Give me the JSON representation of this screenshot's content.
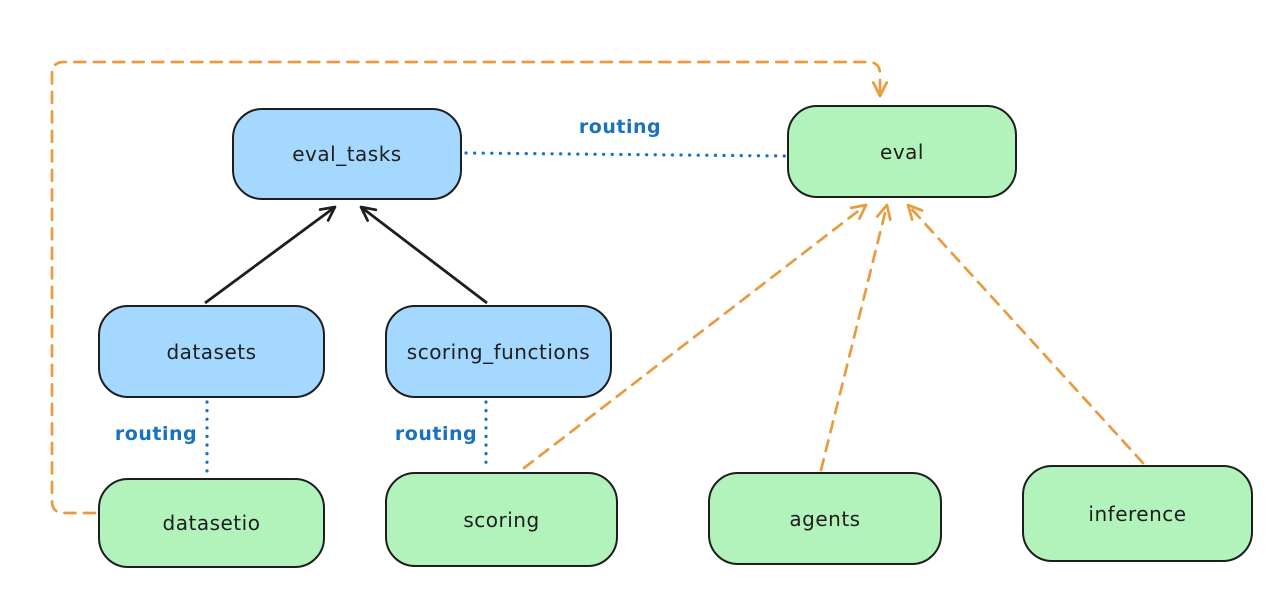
{
  "diagram": {
    "title": "",
    "colors": {
      "node_stroke": "#1e1e1e",
      "blue_node_fill": "#a5d8ff",
      "green_node_fill": "#b2f2bb",
      "routing_blue": "#1971c2",
      "orange_dashed": "#e99b3e",
      "background": "#ffffff"
    },
    "nodes": [
      {
        "id": "eval_tasks",
        "label": "eval_tasks",
        "color": "blue"
      },
      {
        "id": "eval",
        "label": "eval",
        "color": "green"
      },
      {
        "id": "datasets",
        "label": "datasets",
        "color": "blue"
      },
      {
        "id": "scoring_functions",
        "label": "scoring_functions",
        "color": "blue"
      },
      {
        "id": "datasetio",
        "label": "datasetio",
        "color": "green"
      },
      {
        "id": "scoring",
        "label": "scoring",
        "color": "green"
      },
      {
        "id": "agents",
        "label": "agents",
        "color": "green"
      },
      {
        "id": "inference",
        "label": "inference",
        "color": "green"
      }
    ],
    "edge_labels": [
      {
        "id": "routing-eval_tasks-eval",
        "text": "routing"
      },
      {
        "id": "routing-datasets-datasetio",
        "text": "routing"
      },
      {
        "id": "routing-scoring_functions-scoring",
        "text": "routing"
      }
    ],
    "connections": [
      {
        "from": "datasets",
        "to": "eval_tasks",
        "style": "solid",
        "color": "black",
        "arrowhead": true
      },
      {
        "from": "scoring_functions",
        "to": "eval_tasks",
        "style": "solid",
        "color": "black",
        "arrowhead": true
      },
      {
        "from": "eval_tasks",
        "to": "eval",
        "style": "dotted",
        "color": "blue",
        "arrowhead": false,
        "label": "routing"
      },
      {
        "from": "datasets",
        "to": "datasetio",
        "style": "dotted",
        "color": "blue",
        "arrowhead": false,
        "label": "routing"
      },
      {
        "from": "scoring_functions",
        "to": "scoring",
        "style": "dotted",
        "color": "blue",
        "arrowhead": false,
        "label": "routing"
      },
      {
        "from": "datasetio",
        "to": "eval",
        "style": "dashed",
        "color": "orange",
        "arrowhead": true,
        "route": "loop-left-top"
      },
      {
        "from": "scoring",
        "to": "eval",
        "style": "dashed",
        "color": "orange",
        "arrowhead": true
      },
      {
        "from": "agents",
        "to": "eval",
        "style": "dashed",
        "color": "orange",
        "arrowhead": true
      },
      {
        "from": "inference",
        "to": "eval",
        "style": "dashed",
        "color": "orange",
        "arrowhead": true
      }
    ]
  }
}
